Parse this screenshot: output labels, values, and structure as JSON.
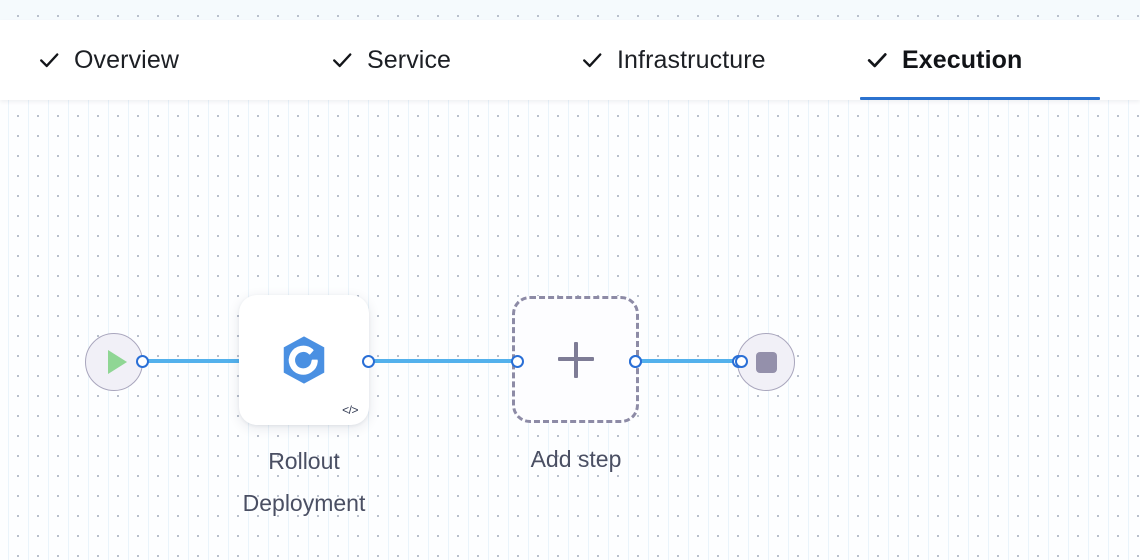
{
  "wizard": {
    "tabs": [
      {
        "label": "Overview",
        "icon": "check-icon",
        "active": false
      },
      {
        "label": "Service",
        "icon": "check-icon",
        "active": false
      },
      {
        "label": "Infrastructure",
        "icon": "check-icon",
        "active": false
      },
      {
        "label": "Execution",
        "icon": "check-icon",
        "active": true
      }
    ],
    "active_underline_color": "#2b72cf"
  },
  "pipeline": {
    "start_node": {
      "name": "start-node",
      "icon": "play-icon",
      "icon_color": "#8fd694",
      "fill": "#f1f0f7",
      "border": "#a9a6bd"
    },
    "steps": [
      {
        "name": "rollout-deployment-step",
        "label": "Rollout\nDeployment",
        "icon": "rollout-deployment-icon",
        "icon_color": "#4a90e2",
        "badge": "</>"
      }
    ],
    "add_step": {
      "name": "add-step-placeholder",
      "label": "Add step",
      "icon": "plus-icon"
    },
    "end_node": {
      "name": "end-node",
      "icon": "stop-icon",
      "icon_color": "#9490ab",
      "fill": "#f1f0f7",
      "border": "#a9a6bd"
    },
    "edge_color": "#53b1ec",
    "handle_color": "#2a6fd6"
  }
}
